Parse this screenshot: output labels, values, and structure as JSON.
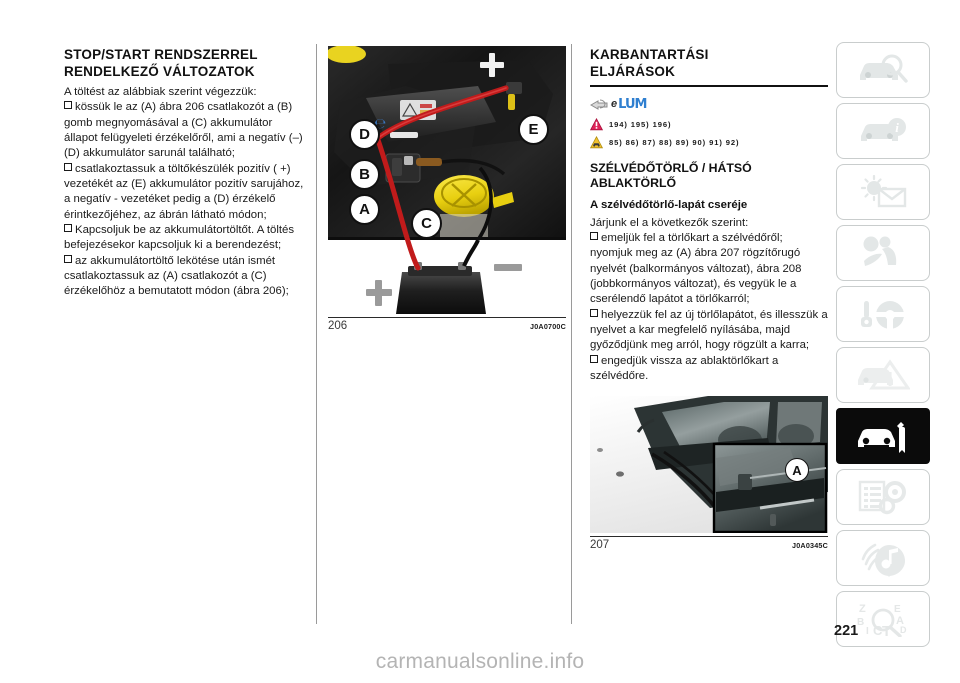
{
  "document": {
    "page_number": "221",
    "watermark": "carmanualsonline.info"
  },
  "left_column": {
    "heading_line1": "STOP/START RENDSZERREL",
    "heading_line2": "RENDELKEZŐ VÁLTOZATOK",
    "intro": "A töltést az alábbiak szerint végezzük:",
    "items": [
      "kössük le az (A) ábra 206 csatlakozót a (B) gomb megnyomásával a (C) akkumulátor állapot felügyeleti érzékelőről, ami a negatív (–) (D) akkumulátor sarunál található;",
      "csatlakoztassuk a töltőkészülék pozitív ( +) vezetékét az (E) akkumulátor pozitív sarujához, a negatív - vezetéket pedig a (D) érzékelő érintkezőjéhez, az ábrán látható módon;",
      "Kapcsoljuk be az akkumulátortöltőt. A töltés befejezésekor kapcsoljuk ki a berendezést;",
      "az akkumulátortöltő lekötése után ismét csatlakoztassuk az (A) csatlakozót a (C) érzékelőhöz a bemutatott módon (ábra 206);"
    ]
  },
  "middle_column": {
    "figure": {
      "number": "206",
      "code": "J0A0700C",
      "callouts": [
        "D",
        "B",
        "A",
        "C",
        "E"
      ],
      "plus_sign": "+",
      "minus_sign": "–"
    }
  },
  "right_column": {
    "heading_line1": "KARBANTARTÁSI",
    "heading_line2": "ELJÁRÁSOK",
    "logo": {
      "hand_icon": "pointing-hand-icon",
      "e_text": "e",
      "lum_text": "LUM"
    },
    "warnings": [
      {
        "icon": "warning-triangle-red-icon",
        "refs": "194) 195) 196)"
      },
      {
        "icon": "caution-triangle-yellow-icon",
        "refs": "85) 86) 87) 88) 89) 90) 91) 92)"
      }
    ],
    "section_heading_line1": "SZÉLVÉDŐTÖRLŐ / HÁTSÓ",
    "section_heading_line2": "ABLAKTÖRLŐ",
    "subsection_heading": "A szélvédőtörlő-lapát cseréje",
    "intro": "Járjunk el a következők szerint:",
    "items": [
      "emeljük fel a törlőkart a szélvédőről; nyomjuk meg az (A) ábra 207 rögzítőrugó nyelvét (balkormányos változat), ábra 208 (jobbkormányos változat), és vegyük le a cserélendő lapátot a törlőkarról;",
      "helyezzük fel az új törlőlapátot, és illesszük a nyelvet a kar megfelelő nyílásába, majd győződjünk meg arról, hogy rögzült a karra;",
      "engedjük vissza az ablaktörlőkart a szélvédőre."
    ],
    "figure": {
      "number": "207",
      "code": "J0A0345C",
      "callouts": [
        "A"
      ]
    }
  },
  "sidebar": {
    "tabs": [
      {
        "id": "tab-getting-to-know-car",
        "icon": "car-magnifier-icon",
        "active": false
      },
      {
        "id": "tab-dashboard-info",
        "icon": "car-info-icon",
        "active": false
      },
      {
        "id": "tab-lights-wipers",
        "icon": "light-envelope-icon",
        "active": false
      },
      {
        "id": "tab-safety",
        "icon": "airbag-seat-icon",
        "active": false
      },
      {
        "id": "tab-starting-driving",
        "icon": "key-steering-wheel-icon",
        "active": false
      },
      {
        "id": "tab-emergency",
        "icon": "car-warning-triangle-icon",
        "active": false
      },
      {
        "id": "tab-maintenance-care",
        "icon": "car-wrench-icon",
        "active": true
      },
      {
        "id": "tab-technical-specifications",
        "icon": "list-gears-icon",
        "active": false
      },
      {
        "id": "tab-multimedia",
        "icon": "wifi-music-icon",
        "active": false
      },
      {
        "id": "tab-index",
        "icon": "alphabet-magnifier-icon",
        "active": false
      }
    ]
  },
  "colors": {
    "accent_blue": "#2f7fd0",
    "warning_red": "#e0245a",
    "warning_yellow": "#f2c230",
    "active_tab_bg": "#0b0b0b",
    "tab_border": "#c9cdcd",
    "watermark": "#b4b4b4",
    "cable_red": "#d32020",
    "reservoir_yellow": "#f2d41a"
  }
}
